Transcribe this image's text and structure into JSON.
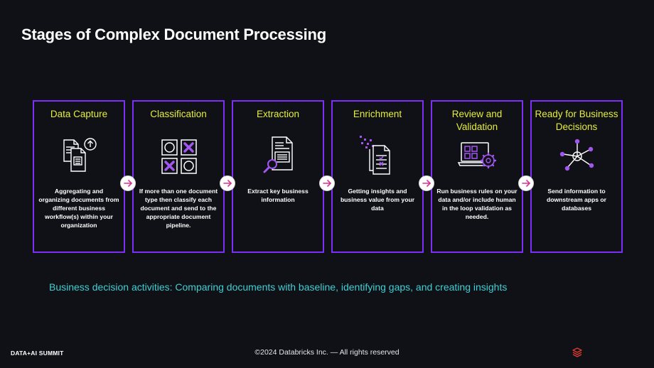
{
  "title": "Stages of Complex Document Processing",
  "stages": [
    {
      "title": "Data Capture",
      "description": "Aggregating and organizing documents from different business workflow(s) within your organization",
      "icon": "document-upload-icon"
    },
    {
      "title": "Classification",
      "description": "If more than one document type then classify each document and send to the appropriate document pipeline.",
      "icon": "classification-grid-icon"
    },
    {
      "title": "Extraction",
      "description": "Extract key business information",
      "icon": "document-search-icon"
    },
    {
      "title": "Enrichment",
      "description": "Getting insights and business value from your data",
      "icon": "document-enrichment-icon"
    },
    {
      "title": "Review and Validation",
      "description": "Run business rules on your data and/or include human in the loop validation as needed.",
      "icon": "laptop-settings-icon"
    },
    {
      "title": "Ready for Business Decisions",
      "description": "Send information to downstream apps or databases",
      "icon": "network-hub-icon"
    }
  ],
  "footnote": "Business decision activities:  Comparing documents with baseline, identifying gaps, and creating insights",
  "footer": {
    "brand": "DATA+AI SUMMIT",
    "copyright": "©2024 Databricks Inc. — All rights reserved"
  },
  "colors": {
    "background": "#0f1117",
    "border": "#7b2ff7",
    "stage_title": "#e6ee3a",
    "footnote": "#3fd0d4",
    "arrow": "#d6338a",
    "logo": "#e03a2f"
  }
}
